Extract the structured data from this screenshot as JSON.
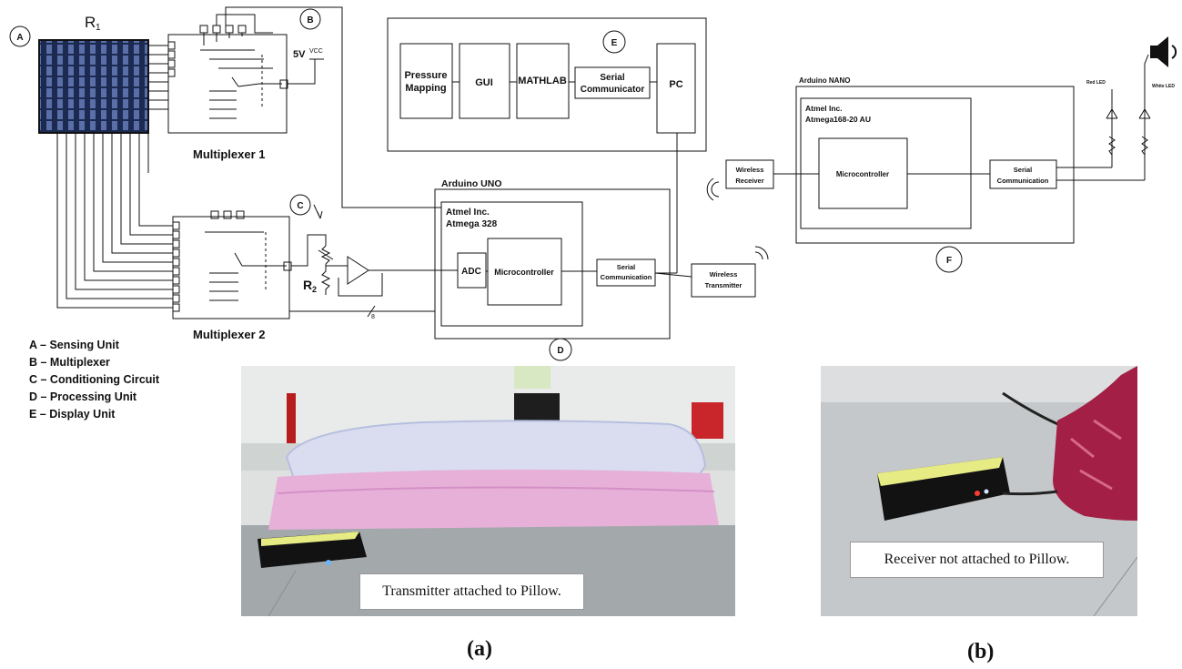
{
  "diagram": {
    "markers": {
      "a": "A",
      "b": "B",
      "c": "C",
      "d": "D",
      "e": "E",
      "f": "F"
    },
    "r1": "R",
    "r1_sub": "1",
    "r2": "R",
    "r2_sub": "2",
    "vcc_5v": "5V",
    "vcc": "VCC",
    "multiplexer1": "Multiplexer 1",
    "multiplexer2": "Multiplexer 2",
    "display": {
      "pressure_mapping": [
        "Pressure",
        "Mapping"
      ],
      "gui": "GUI",
      "mathlab": "MATHLAB",
      "serial_communicator": [
        "Serial",
        "Communicator"
      ],
      "pc": "PC"
    },
    "uno": {
      "title": "Arduino UNO",
      "chip": [
        "Atmel Inc.",
        "Atmega 328"
      ],
      "adc": "ADC",
      "microcontroller": "Microcontroller",
      "serial": [
        "Serial",
        "Communication"
      ]
    },
    "wireless_transmitter": [
      "Wireless",
      "Transmitter"
    ],
    "bus_width": "8",
    "nano": {
      "title": "Arduino NANO",
      "chip": [
        "Atmel Inc.",
        "Atmega168-20 AU"
      ],
      "microcontroller": "Microcontroller",
      "serial": [
        "Serial",
        "Communication"
      ]
    },
    "wireless_receiver": [
      "Wireless",
      "Receiver"
    ],
    "red_led": "Red LED",
    "white_led": "White LED"
  },
  "legend": [
    "A – Sensing Unit",
    "B – Multiplexer",
    "C – Conditioning Circuit",
    "D – Processing Unit",
    "E – Display Unit"
  ],
  "photos": {
    "a_caption": "Transmitter attached to Pillow.",
    "b_caption": "Receiver not attached to Pillow."
  },
  "panel_labels": {
    "a": "(a)",
    "b": "(b)"
  },
  "colors": {
    "sensor_grid": "#1c2a52",
    "pillow": "#e7b0d9",
    "table": "#9ea3a6",
    "box": "#e6ec83"
  }
}
